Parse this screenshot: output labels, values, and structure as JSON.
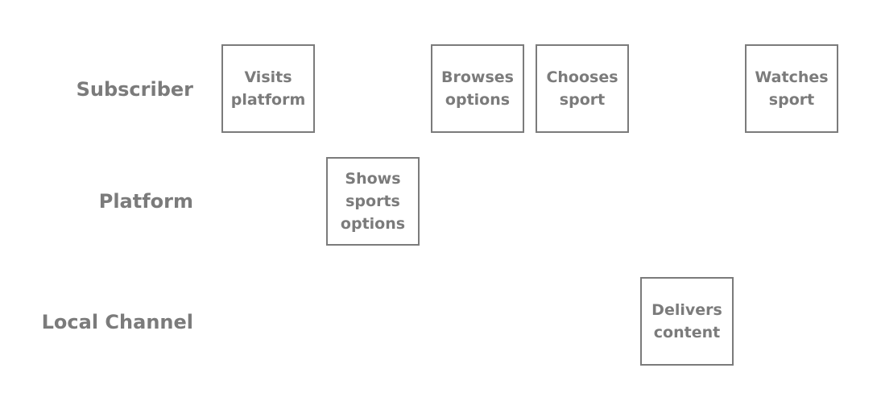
{
  "lanes": {
    "subscriber": "Subscriber",
    "platform": "Platform",
    "local_channel": "Local Channel"
  },
  "steps": [
    {
      "lane": "Subscriber",
      "text": "Visits\nplatform"
    },
    {
      "lane": "Platform",
      "text": "Shows\nsports\noptions"
    },
    {
      "lane": "Subscriber",
      "text": "Browses\noptions"
    },
    {
      "lane": "Subscriber",
      "text": "Chooses\nsport"
    },
    {
      "lane": "Local Channel",
      "text": "Delivers\ncontent"
    },
    {
      "lane": "Subscriber",
      "text": "Watches\nsport"
    }
  ],
  "colors": {
    "text": "#7b7b7b",
    "border": "#7b7b7b",
    "background": "#ffffff"
  }
}
